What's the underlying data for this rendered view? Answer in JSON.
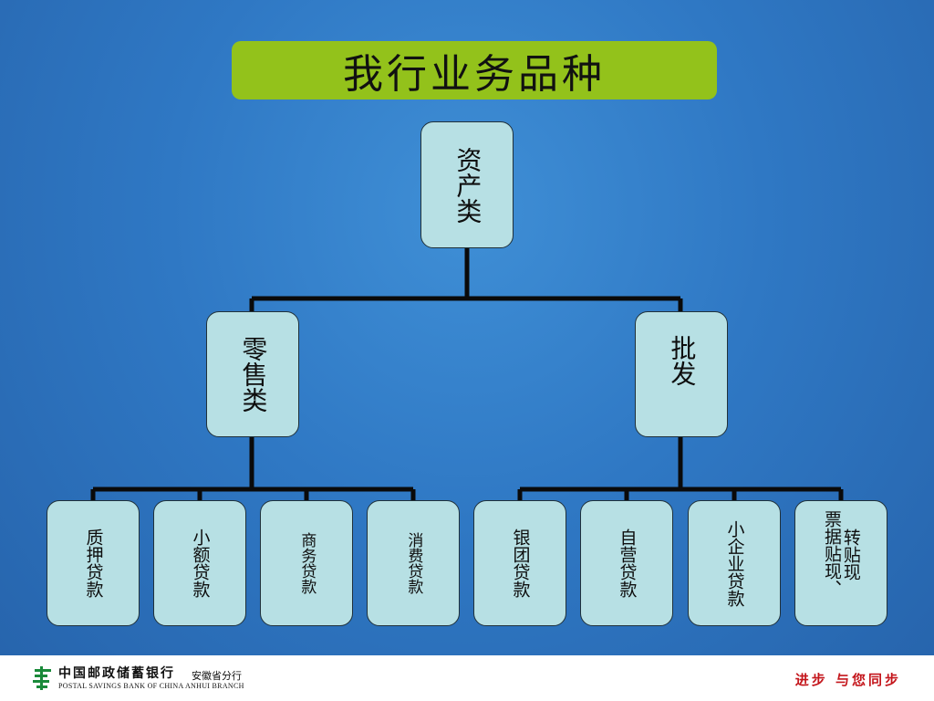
{
  "title": "我行业务品种",
  "root": {
    "label": "资产类"
  },
  "level1": [
    {
      "label": "零售类"
    },
    {
      "label": "批发"
    }
  ],
  "level2": [
    {
      "label": "质押贷款"
    },
    {
      "label": "小额贷款"
    },
    {
      "label": "商务贷款"
    },
    {
      "label": "消费贷款"
    },
    {
      "label": "银团贷款"
    },
    {
      "label": "自营贷款"
    },
    {
      "label": "小企业贷款"
    },
    {
      "label_col1": "票据贴现、",
      "label_col2": "转贴现"
    }
  ],
  "footer": {
    "bank_name_cn": "中国邮政储蓄银行",
    "branch_cn": "安徽省分行",
    "bank_name_en": "POSTAL SAVINGS BANK OF CHINA  ANHUI BRANCH",
    "slogan": "进步 与您同步"
  },
  "colors": {
    "background": "#2f78c4",
    "title_box": "#93c21b",
    "node_fill": "#b7e0e4",
    "connector": "#0a0a0a",
    "slogan": "#c4161c",
    "logo": "#1a8a3a"
  }
}
